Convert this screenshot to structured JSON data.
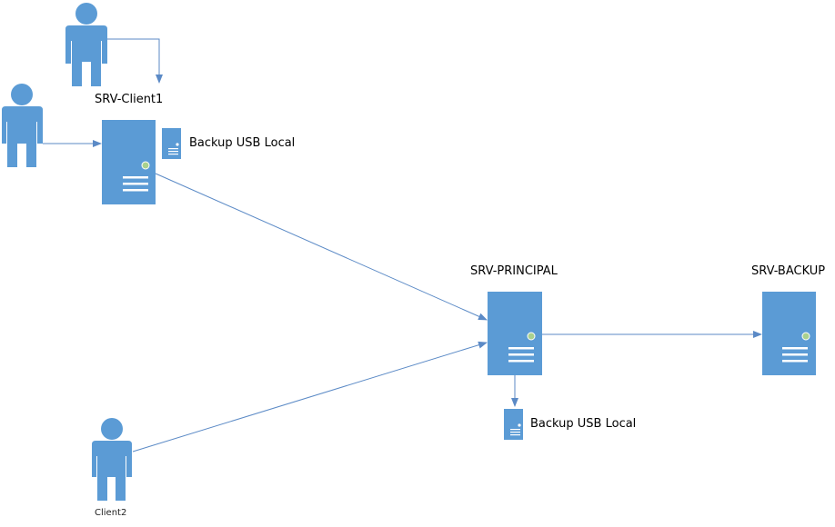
{
  "diagram": {
    "colors": {
      "shape": "#5b9bd5",
      "line": "#5b8ac6",
      "indicator": "#a9d18e",
      "stripe": "#ffffff"
    },
    "nodes": {
      "user_top": {
        "type": "person",
        "label": ""
      },
      "user_left": {
        "type": "person",
        "label": ""
      },
      "client2": {
        "type": "person",
        "label": "Client2"
      },
      "srv_client1": {
        "type": "server",
        "label": "SRV-Client1"
      },
      "usb_client1": {
        "type": "usb-drive",
        "label": "Backup USB Local"
      },
      "srv_principal": {
        "type": "server",
        "label": "SRV-PRINCIPAL"
      },
      "usb_principal": {
        "type": "usb-drive",
        "label": "Backup USB Local"
      },
      "srv_backup": {
        "type": "server",
        "label": "SRV-BACKUP"
      }
    },
    "edges": [
      {
        "from": "user_top",
        "to": "srv_client1",
        "arrow": "end"
      },
      {
        "from": "user_left",
        "to": "srv_client1",
        "arrow": "end"
      },
      {
        "from": "srv_client1",
        "to": "srv_principal",
        "arrow": "end"
      },
      {
        "from": "client2",
        "to": "srv_principal",
        "arrow": "end"
      },
      {
        "from": "srv_principal",
        "to": "srv_backup",
        "arrow": "end"
      },
      {
        "from": "srv_principal",
        "to": "usb_principal",
        "arrow": "end"
      }
    ]
  }
}
